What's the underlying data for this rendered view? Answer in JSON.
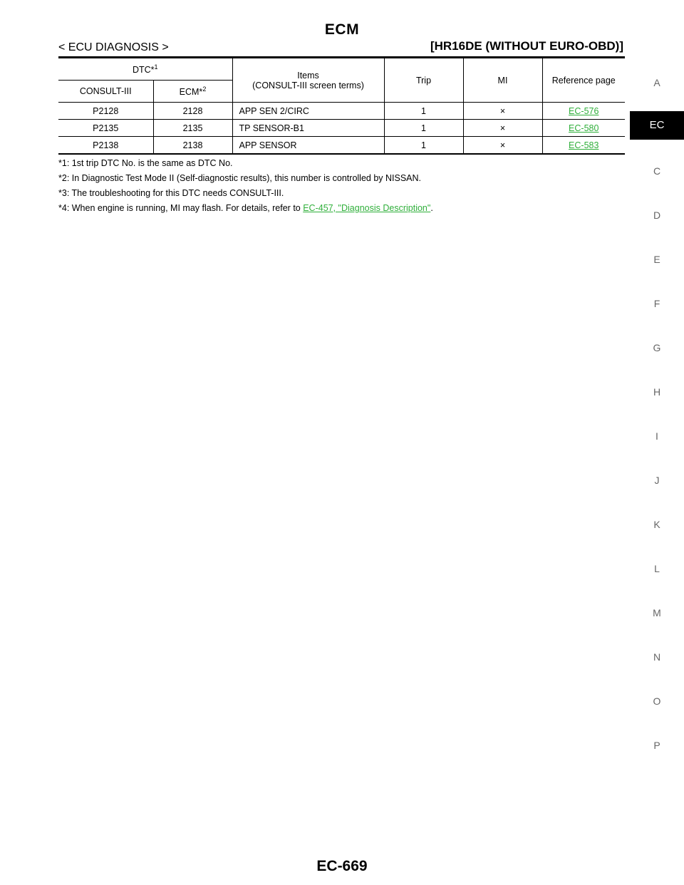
{
  "header": {
    "title": "ECM",
    "section": "< ECU DIAGNOSIS >",
    "model": "[HR16DE (WITHOUT EURO-OBD)]"
  },
  "table": {
    "headers": {
      "dtc": "DTC*",
      "dtc_sup": "1",
      "items_line1": "Items",
      "items_line2": "(CONSULT-III screen terms)",
      "trip": "Trip",
      "mi": "MI",
      "reference": "Reference page",
      "consult": "CONSULT-III",
      "ecm": "ECM*",
      "ecm_sup": "2"
    },
    "rows": [
      {
        "consult": "P2128",
        "ecm": "2128",
        "item": "APP SEN 2/CIRC",
        "trip": "1",
        "mi": "×",
        "ref": "EC-576"
      },
      {
        "consult": "P2135",
        "ecm": "2135",
        "item": "TP SENSOR-B1",
        "trip": "1",
        "mi": "×",
        "ref": "EC-580"
      },
      {
        "consult": "P2138",
        "ecm": "2138",
        "item": "APP SENSOR",
        "trip": "1",
        "mi": "×",
        "ref": "EC-583"
      }
    ]
  },
  "notes": [
    "*1: 1st trip DTC No. is the same as DTC No.",
    "*2: In Diagnostic Test Mode II (Self-diagnostic results), this number is controlled by NISSAN.",
    "*3: The troubleshooting for this DTC needs CONSULT-III."
  ],
  "note4": {
    "prefix": "*4: When engine is running, MI may flash. For details, refer to ",
    "link": "EC-457, \"Diagnosis Description\"",
    "suffix": "."
  },
  "side_tabs": [
    "A",
    "EC",
    "C",
    "D",
    "E",
    "F",
    "G",
    "H",
    "I",
    "J",
    "K",
    "L",
    "M",
    "N",
    "O",
    "P"
  ],
  "active_tab": "EC",
  "page_number": "EC-669",
  "colors": {
    "link": "#2faf3a",
    "active_tab_bg": "#000000"
  }
}
